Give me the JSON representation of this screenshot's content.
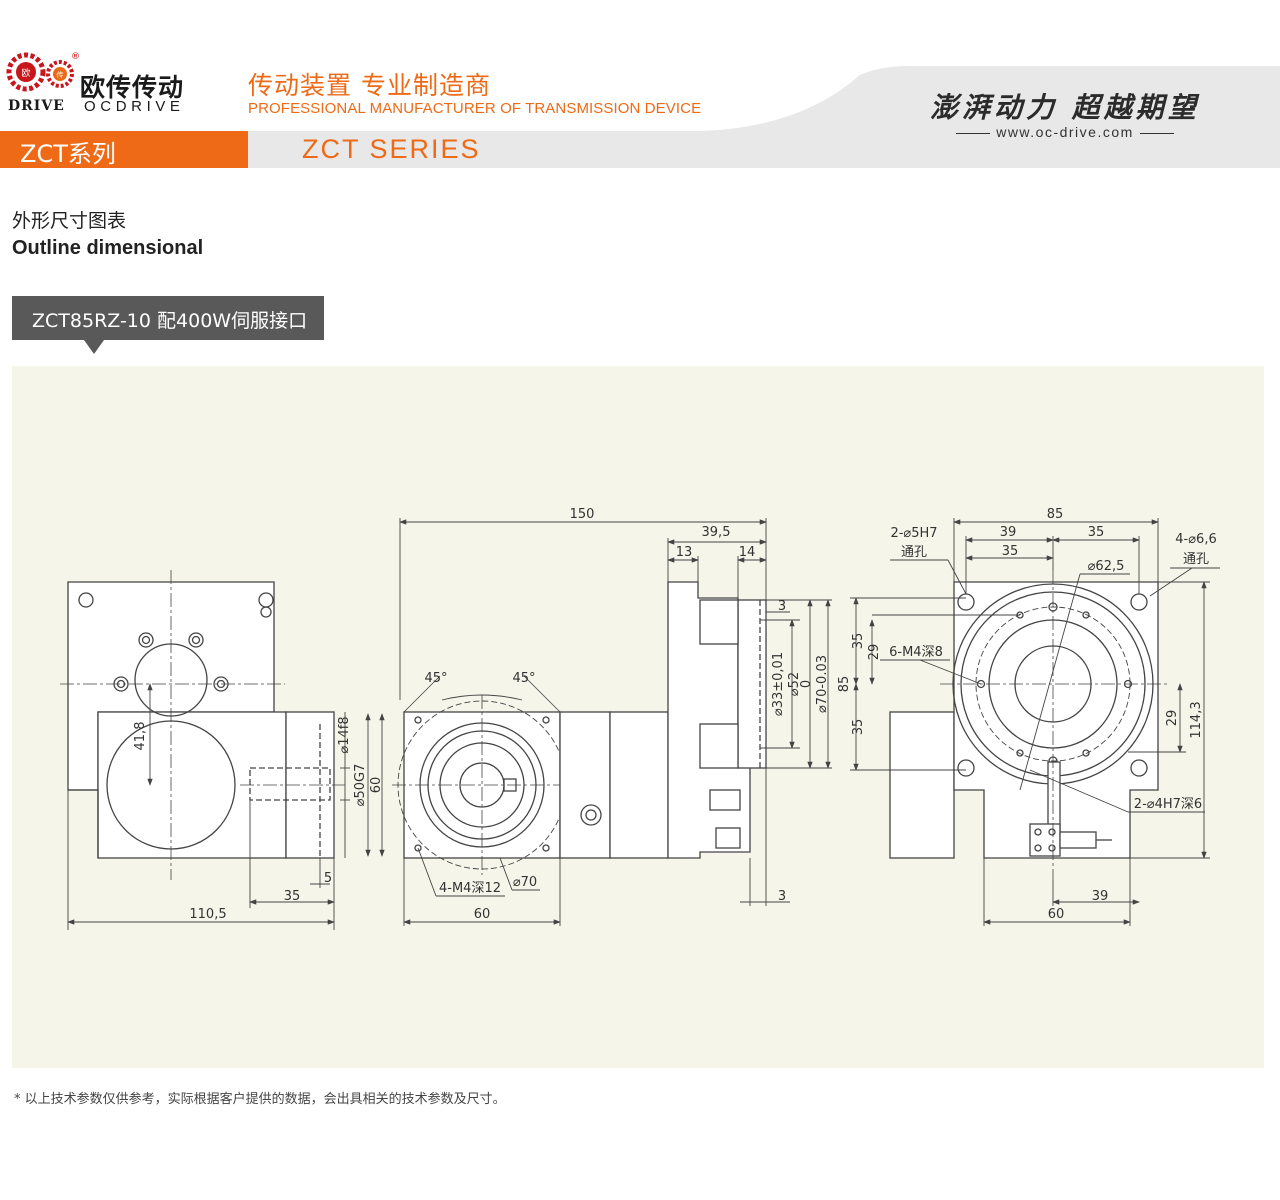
{
  "header": {
    "brand_cn": "欧传传动",
    "brand_en": "OCDRIVE",
    "logo_text": "DRIVE",
    "logo_char_left": "欧",
    "logo_char_right": "传",
    "registered_mark": "®",
    "tagline_cn": "传动装置 专业制造商",
    "tagline_en": "PROFESSIONAL MANUFACTURER OF TRANSMISSION DEVICE",
    "slogan": "澎湃动力 超越期望",
    "website": "www.oc-drive.com",
    "series_cn": "ZCT系列",
    "series_en": "ZCT SERIES"
  },
  "section": {
    "title_cn": "外形尺寸图表",
    "title_en": "Outline dimensional",
    "model_label": "ZCT85RZ-10 配400W伺服接口"
  },
  "drawing": {
    "dims": {
      "d150": "150",
      "d39_5": "39,5",
      "d13": "13",
      "d14": "14",
      "d3a": "3",
      "d33": "⌀33±0,01",
      "d52": "⌀52",
      "d0": "0",
      "d70_003": "⌀70-0.03",
      "d85v": "85",
      "d14f8": "⌀14f8",
      "d50g7": "⌀50G7",
      "d60v": "60",
      "d41_8": "41,8",
      "d35a": "35",
      "d5": "5",
      "d110_5": "110,5",
      "d45a": "45°",
      "d45b": "45°",
      "m4_12": "4-M4深12",
      "d70": "⌀70",
      "d60h": "60",
      "d3b": "3",
      "d85h": "85",
      "d39a": "39",
      "d35b": "35",
      "d35c": "35",
      "hole5": "2-⌀5H7",
      "thru1": "通孔",
      "hole66": "4-⌀6,6",
      "thru2": "通孔",
      "d62_5": "⌀62,5",
      "m4_8": "6-M4深8",
      "d35d": "35",
      "d29a": "29",
      "d35e": "35",
      "d29b": "29",
      "d114_3": "114,3",
      "hole4": "2-⌀4H7深6",
      "d39b": "39",
      "d60c": "60"
    }
  },
  "footnote": "* 以上技术参数仅供参考，实际根据客户提供的数据，会出具相关的技术参数及尺寸。"
}
